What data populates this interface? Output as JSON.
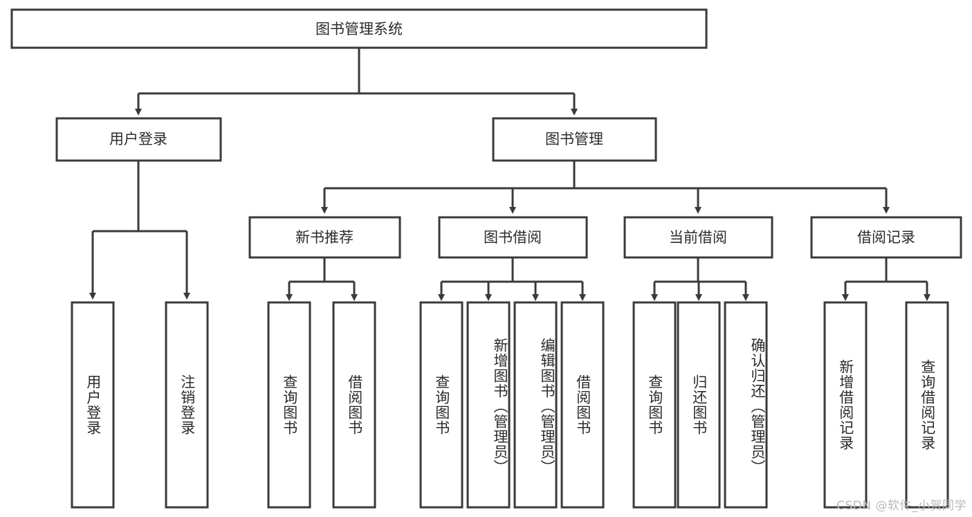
{
  "diagram": {
    "title": "图书管理系统",
    "type": "tree",
    "watermark": "CSDN @软件_小贺同学",
    "colors": {
      "stroke": "#3a3a3a",
      "fill": "#ffffff",
      "text": "#2b2b2b",
      "watermark": "#b9b9b9"
    },
    "root": {
      "label": "图书管理系统"
    },
    "level2": [
      {
        "label": "用户登录"
      },
      {
        "label": "图书管理"
      }
    ],
    "level3": [
      {
        "label": "新书推荐"
      },
      {
        "label": "图书借阅"
      },
      {
        "label": "当前借阅"
      },
      {
        "label": "借阅记录"
      }
    ],
    "leaves": {
      "user_login": [
        {
          "label": "用户登录"
        },
        {
          "label": "注销登录"
        }
      ],
      "new_book_recommend": [
        {
          "label": "查询图书"
        },
        {
          "label": "借阅图书"
        }
      ],
      "book_borrow": [
        {
          "label": "查询图书"
        },
        {
          "label": "新增图书（管理员）"
        },
        {
          "label": "编辑图书（管理员）"
        },
        {
          "label": "借阅图书"
        }
      ],
      "current_borrow": [
        {
          "label": "查询图书"
        },
        {
          "label": "归还图书"
        },
        {
          "label": "确认归还（管理员）"
        }
      ],
      "borrow_record": [
        {
          "label": "新增借阅记录"
        },
        {
          "label": "查询借阅记录"
        }
      ]
    }
  }
}
